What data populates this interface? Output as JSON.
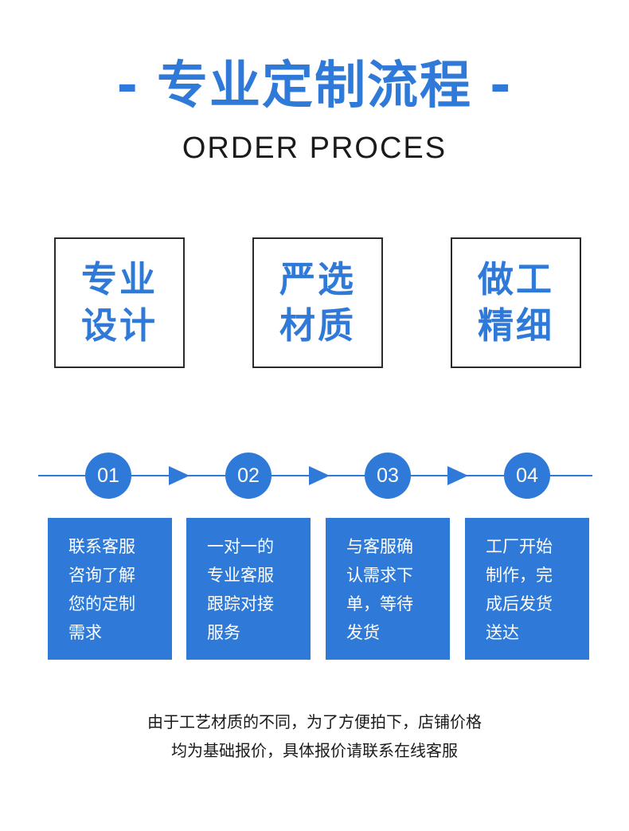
{
  "header": {
    "dash_left": "-",
    "title": "专业定制流程",
    "dash_right": "-",
    "subtitle": "ORDER PROCES"
  },
  "features": [
    {
      "line1": "专业",
      "line2": "设计"
    },
    {
      "line1": "严选",
      "line2": "材质"
    },
    {
      "line1": "做工",
      "line2": "精细"
    }
  ],
  "steps": [
    {
      "number": "01",
      "text": "联系客服\n咨询了解\n您的定制\n需求"
    },
    {
      "number": "02",
      "text": "一对一的\n专业客服\n跟踪对接\n服务"
    },
    {
      "number": "03",
      "text": "与客服确\n认需求下\n单，等待\n发货"
    },
    {
      "number": "04",
      "text": "工厂开始\n制作，完\n成后发货\n送达"
    }
  ],
  "note": {
    "line1": "由于工艺材质的不同，为了方便拍下，店铺价格",
    "line2": "均为基础报价，具体报价请联系在线客服"
  },
  "colors": {
    "accent": "#2f7ad8",
    "text": "#1a1a1a",
    "box_border": "#2a2a2a"
  }
}
